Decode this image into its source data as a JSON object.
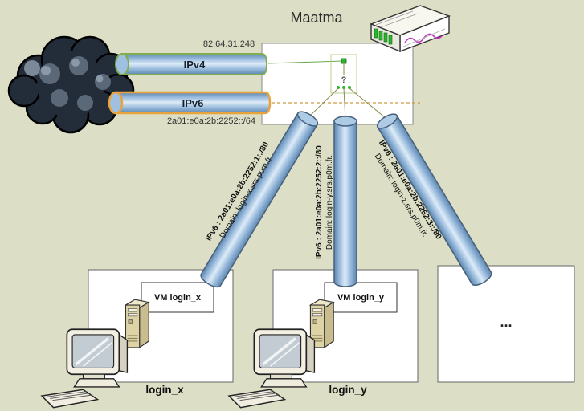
{
  "title": "Maatma",
  "uplink": {
    "ipv4_label": "IPv4",
    "ipv4_address": "82.64.31.248",
    "ipv6_label": "IPv6",
    "ipv6_prefix": "2a01:e0a:2b:2252::/64"
  },
  "host": {
    "unknown_marker": "?"
  },
  "tunnels": [
    {
      "ipv6": "IPv6 : 2a01:e0a:2b:2252:1::/80",
      "domain": "Domain: login-x.srs.p0m.fr."
    },
    {
      "ipv6": "IPv6 : 2a01:e0a:2b:2252:2::/80",
      "domain": "Domain: login-y.srs.p0m.fr."
    },
    {
      "ipv6": "IPv6 : 2a01:e0a:2b:2252:3::/80",
      "domain": "Domain: login-z.srs.p0m.fr."
    }
  ],
  "vms": [
    {
      "vm_label": "VM login_x",
      "host_label": "login_x"
    },
    {
      "vm_label": "VM login_y",
      "host_label": "login_y"
    },
    {
      "more_label": "..."
    }
  ],
  "colors": {
    "background": "#dcdfc5",
    "ipv4_outline": "#7fae4f",
    "ipv6_outline": "#e8a33d",
    "pipe_edge": "#5f86ad",
    "pipe_highlight": "#ddebf8",
    "cloud_fill": "#232c39"
  }
}
